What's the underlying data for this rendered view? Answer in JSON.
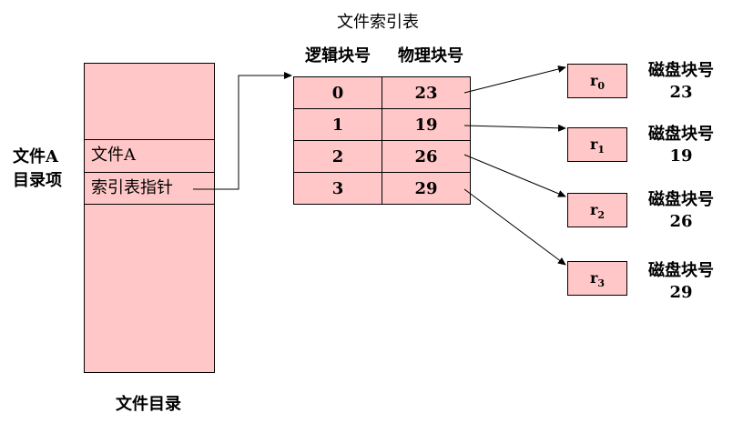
{
  "index_table": {
    "title": "文件索引表",
    "col_logical": "逻辑块号",
    "col_physical": "物理块号",
    "rows": [
      {
        "logical": "0",
        "physical": "23"
      },
      {
        "logical": "1",
        "physical": "19"
      },
      {
        "logical": "2",
        "physical": "26"
      },
      {
        "logical": "3",
        "physical": "29"
      }
    ]
  },
  "directory": {
    "entry_label_line1": "文件A",
    "entry_label_line2": "目录项",
    "row_file": "文件A",
    "row_pointer": "索引表指针",
    "caption": "文件目录"
  },
  "disk_blocks": [
    {
      "name": "r",
      "sub": "0",
      "label": "磁盘块号",
      "number": "23"
    },
    {
      "name": "r",
      "sub": "1",
      "label": "磁盘块号",
      "number": "19"
    },
    {
      "name": "r",
      "sub": "2",
      "label": "磁盘块号",
      "number": "26"
    },
    {
      "name": "r",
      "sub": "3",
      "label": "磁盘块号",
      "number": "29"
    }
  ]
}
